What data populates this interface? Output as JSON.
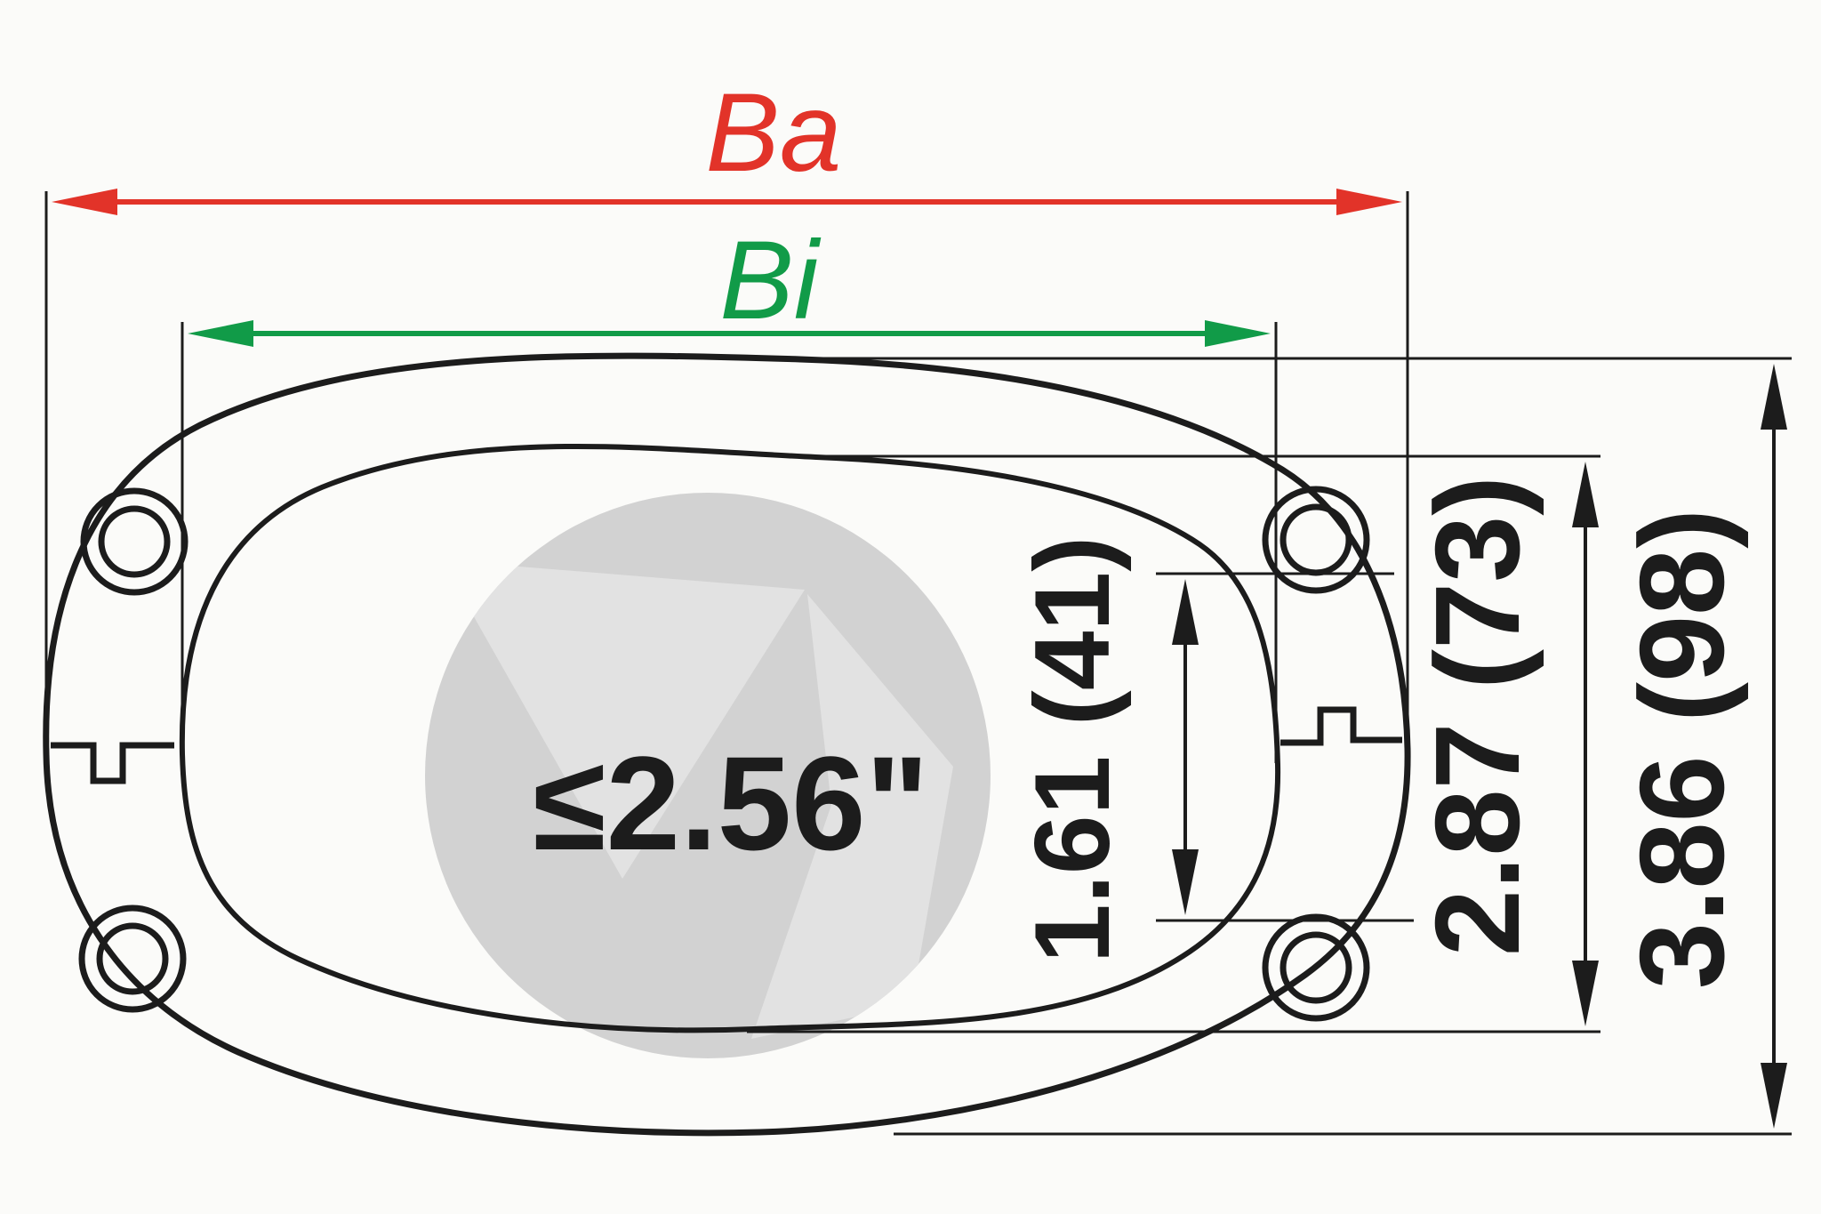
{
  "diagram": {
    "type": "technical-dimension-drawing",
    "labels": {
      "outer_width": "Ba",
      "inner_width": "Bi",
      "lens_max_diameter": "≤2.56\"",
      "hole_spacing": "1.61 (41)",
      "inner_height": "2.87 (73)",
      "outer_height": "3.86 (98)"
    },
    "colors": {
      "outer_width_dim": "#e23329",
      "inner_width_dim": "#119b48",
      "drawing": "#1c1c1c",
      "lens_fill": "#d2d2d2",
      "lens_highlight": "#e2e2e2",
      "background": "#fbfbf9"
    }
  }
}
